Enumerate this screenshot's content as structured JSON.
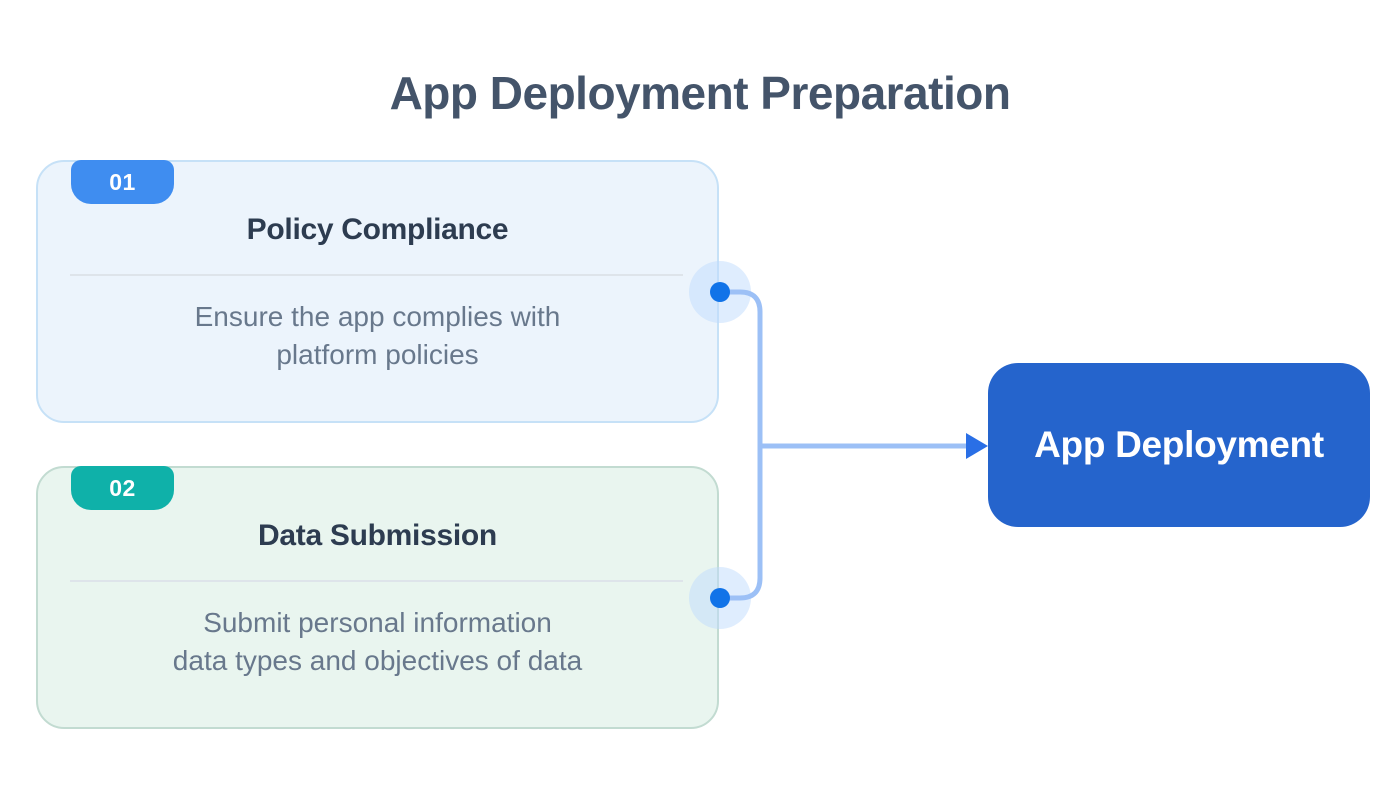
{
  "title": "App Deployment Preparation",
  "steps": [
    {
      "number": "01",
      "title": "Policy Compliance",
      "description": [
        "Ensure the app complies with",
        "platform policies"
      ]
    },
    {
      "number": "02",
      "title": "Data Submission",
      "description": [
        "Submit personal information",
        "data types and objectives of data"
      ]
    }
  ],
  "result": {
    "label": "App Deployment"
  },
  "icons": {
    "arrowhead": "right-arrow-icon",
    "node_dot": "connection-point-dot"
  },
  "colors": {
    "page_bg": "#ffffff",
    "title_text": "#44546a",
    "card1_bg": "#ecf4fc",
    "card1_border": "#c6e1f7",
    "card2_bg": "#e9f5ef",
    "card2_border": "#c2dbd1",
    "badge1_bg": "#3f8df0",
    "badge2_bg": "#0fb1a9",
    "badge_text": "#ffffff",
    "card_title_text": "#2d3c50",
    "card_body_text": "#68788c",
    "divider": "#dee4ea",
    "connector_line": "#9cc0f6",
    "connector_dot": "#1173e8",
    "connector_halo": "#bfdbfe",
    "arrowhead": "#2a6fe6",
    "result_bg": "#2564cc",
    "result_text": "#ffffff"
  }
}
